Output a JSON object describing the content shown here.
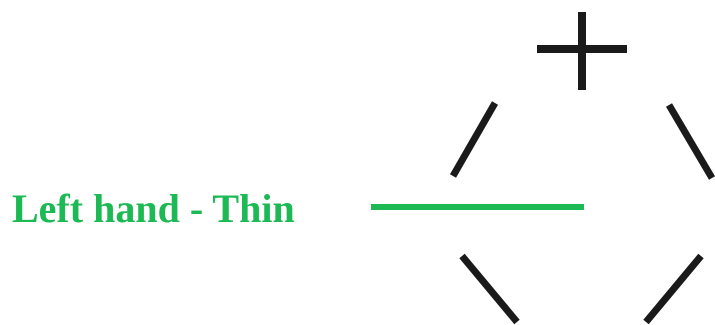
{
  "annotation": {
    "text": "Left hand - Thin",
    "color": "#1db954"
  },
  "figure": {
    "stroke_color": "#1a1a1a",
    "symbols": [
      "plus",
      "forward-slash",
      "back-slash",
      "back-slash",
      "forward-slash"
    ]
  }
}
